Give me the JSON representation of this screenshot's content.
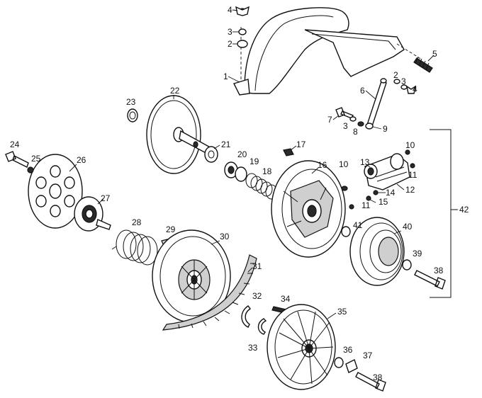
{
  "callouts": [
    {
      "n": "1"
    },
    {
      "n": "2"
    },
    {
      "n": "3"
    },
    {
      "n": "4"
    },
    {
      "n": "5"
    },
    {
      "n": "2"
    },
    {
      "n": "3"
    },
    {
      "n": "4"
    },
    {
      "n": "6"
    },
    {
      "n": "7"
    },
    {
      "n": "3"
    },
    {
      "n": "8"
    },
    {
      "n": "9"
    },
    {
      "n": "22"
    },
    {
      "n": "23"
    },
    {
      "n": "21"
    },
    {
      "n": "20"
    },
    {
      "n": "19"
    },
    {
      "n": "18"
    },
    {
      "n": "17"
    },
    {
      "n": "16"
    },
    {
      "n": "10"
    },
    {
      "n": "13"
    },
    {
      "n": "10"
    },
    {
      "n": "11"
    },
    {
      "n": "14"
    },
    {
      "n": "12"
    },
    {
      "n": "11"
    },
    {
      "n": "15"
    },
    {
      "n": "24"
    },
    {
      "n": "25"
    },
    {
      "n": "26"
    },
    {
      "n": "27"
    },
    {
      "n": "28"
    },
    {
      "n": "29"
    },
    {
      "n": "30"
    },
    {
      "n": "31"
    },
    {
      "n": "41"
    },
    {
      "n": "40"
    },
    {
      "n": "39"
    },
    {
      "n": "38"
    },
    {
      "n": "42"
    },
    {
      "n": "32"
    },
    {
      "n": "34"
    },
    {
      "n": "33"
    },
    {
      "n": "35"
    },
    {
      "n": "36"
    },
    {
      "n": "37"
    },
    {
      "n": "38"
    }
  ]
}
